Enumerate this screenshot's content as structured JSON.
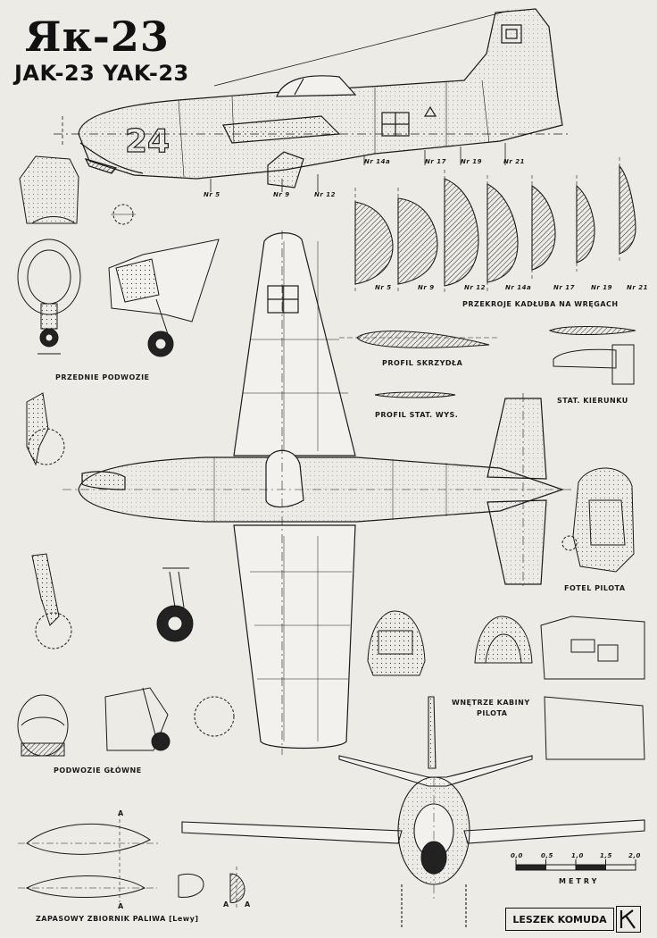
{
  "title": {
    "cyrillic": "Як-23",
    "latin": "JAK-23 YAK-23"
  },
  "labels": {
    "front_gear": "PRZEDNIE PODWOZIE",
    "fuselage_sections": "PRZEKROJE KADŁUBA NA WRĘGACH",
    "wing_profile": "PROFIL SKRZYDŁA",
    "stab_profile": "PROFIL STAT. WYS.",
    "rudder": "STAT. KIERUNKU",
    "seat": "FOTEL PILOTA",
    "cockpit_interior_1": "WNĘTRZE KABINY",
    "cockpit_interior_2": "PILOTA",
    "main_gear": "PODWOZIE GŁÓWNE",
    "drop_tank": "ZAPASOWY ZBIORNIK PALIWA [Lewy]",
    "scale_unit": "METRY",
    "author": "LESZEK KOMUDA"
  },
  "frames_top": [
    "Nr 14a",
    "Nr 17",
    "Nr 19",
    "Nr 21"
  ],
  "frames_side": [
    "Nr 5",
    "Nr 9",
    "Nr 12"
  ],
  "section_labels": [
    "Nr 5",
    "Nr 9",
    "Nr 12",
    "Nr 14a",
    "Nr 17",
    "Nr 19",
    "Nr 21"
  ],
  "scale_ticks": [
    "0,0",
    "0,5",
    "1,0",
    "1,5",
    "2,0"
  ],
  "aircraft_marking": "24",
  "section_letters": [
    "A",
    "A",
    "A",
    "A"
  ],
  "colors": {
    "paper": "#ecebe6",
    "ink": "#1a1a1a"
  }
}
